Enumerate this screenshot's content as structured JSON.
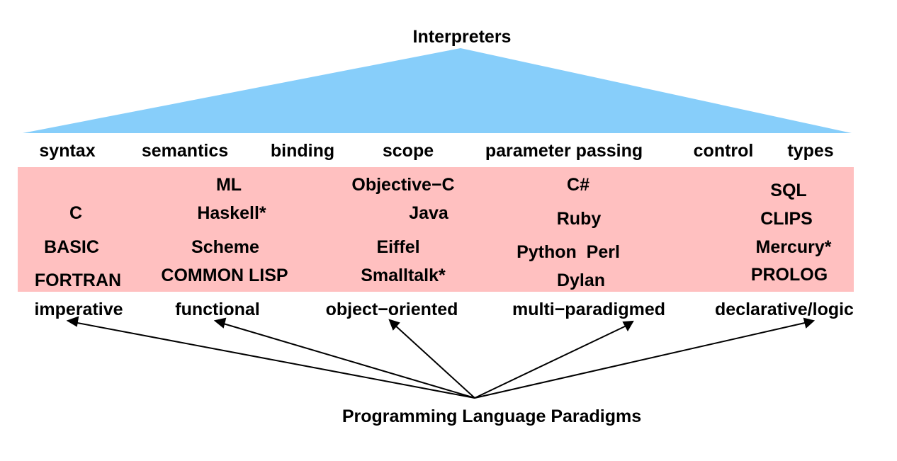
{
  "title": "Interpreters",
  "concepts": [
    "syntax",
    "semantics",
    "binding",
    "scope",
    "parameter passing",
    "control",
    "types"
  ],
  "languages": {
    "imperative": [
      "C",
      "BASIC",
      "FORTRAN"
    ],
    "functional": [
      "ML",
      "Haskell*",
      "Scheme",
      "COMMON LISP"
    ],
    "object_oriented": [
      "Objective−C",
      "Java",
      "Eiffel",
      "Smalltalk*"
    ],
    "multi_paradigmed": [
      "C#",
      "Ruby",
      "Python  Perl",
      "Dylan"
    ],
    "declarative_logic": [
      "SQL",
      "CLIPS",
      "Mercury*",
      "PROLOG"
    ]
  },
  "paradigms": [
    "imperative",
    "functional",
    "object−oriented",
    "multi−paradigmed",
    "declarative/logic"
  ],
  "root": "Programming Language Paradigms",
  "colors": {
    "triangle": "#87cefa",
    "band": "#ffc0c0",
    "arrow": "#000000"
  }
}
